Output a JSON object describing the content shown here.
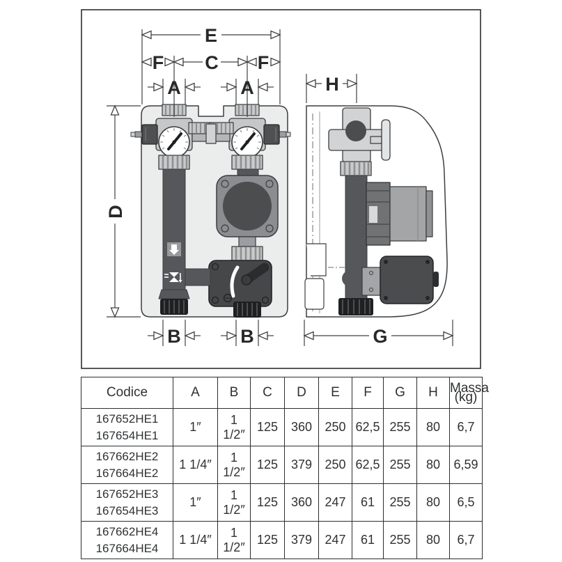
{
  "drawing": {
    "labels": {
      "E": "E",
      "F": "F",
      "C": "C",
      "A": "A",
      "H": "H",
      "D": "D",
      "B": "B",
      "G": "G"
    },
    "colors": {
      "line": "#3b3d3f",
      "panel": "#ebecec",
      "pipe": "#55575a",
      "metal_light": "#c9cacc",
      "metal_mid": "#8b8d90",
      "dark_part": "#4a4c4e",
      "tail_black": "#1e2022",
      "label_text": "#26282a"
    }
  },
  "table": {
    "headers": [
      "Codice",
      "A",
      "B",
      "C",
      "D",
      "E",
      "F",
      "G",
      "H"
    ],
    "massa": {
      "line1": "Massa",
      "line2": "(kg)"
    },
    "rows": [
      {
        "codes": [
          "167652HE1",
          "167654HE1"
        ],
        "values": [
          "1″",
          "1 1/2″",
          "125",
          "360",
          "250",
          "62,5",
          "255",
          "80",
          "6,7"
        ]
      },
      {
        "codes": [
          "167662HE2",
          "167664HE2"
        ],
        "values": [
          "1 1/4″",
          "1 1/2″",
          "125",
          "379",
          "250",
          "62,5",
          "255",
          "80",
          "6,59"
        ]
      },
      {
        "codes": [
          "167652HE3",
          "167654HE3"
        ],
        "values": [
          "1″",
          "1 1/2″",
          "125",
          "360",
          "247",
          "61",
          "255",
          "80",
          "6,5"
        ]
      },
      {
        "codes": [
          "167662HE4",
          "167664HE4"
        ],
        "values": [
          "1 1/4″",
          "1 1/2″",
          "125",
          "379",
          "247",
          "61",
          "255",
          "80",
          "6,7"
        ]
      }
    ]
  }
}
